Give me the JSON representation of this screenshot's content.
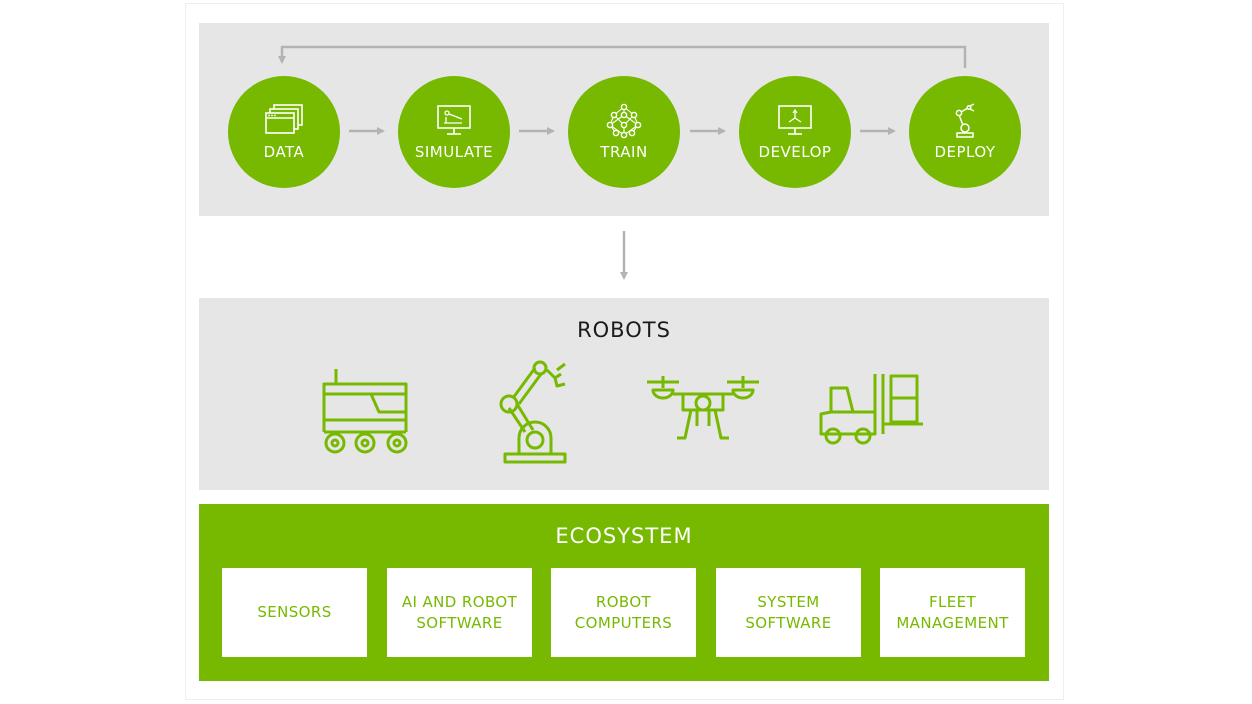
{
  "workflow": {
    "steps": [
      {
        "label": "DATA",
        "icon": "windows-icon"
      },
      {
        "label": "SIMULATE",
        "icon": "monitor-simulation-icon"
      },
      {
        "label": "TRAIN",
        "icon": "neural-network-icon"
      },
      {
        "label": "DEVELOP",
        "icon": "monitor-develop-icon"
      },
      {
        "label": "DEPLOY",
        "icon": "robot-arm-icon"
      }
    ]
  },
  "robots": {
    "title": "ROBOTS",
    "icons": [
      "delivery-robot-icon",
      "industrial-arm-icon",
      "drone-icon",
      "forklift-icon"
    ]
  },
  "ecosystem": {
    "title": "ECOSYSTEM",
    "items": [
      {
        "label": "SENSORS"
      },
      {
        "label": "AI AND ROBOT\nSOFTWARE"
      },
      {
        "label": "ROBOT\nCOMPUTERS"
      },
      {
        "label": "SYSTEM\nSOFTWARE"
      },
      {
        "label": "FLEET\nMANAGEMENT"
      }
    ]
  },
  "colors": {
    "accent": "#76b900",
    "panel": "#e6e6e6",
    "arrow": "#b3b3b3"
  }
}
